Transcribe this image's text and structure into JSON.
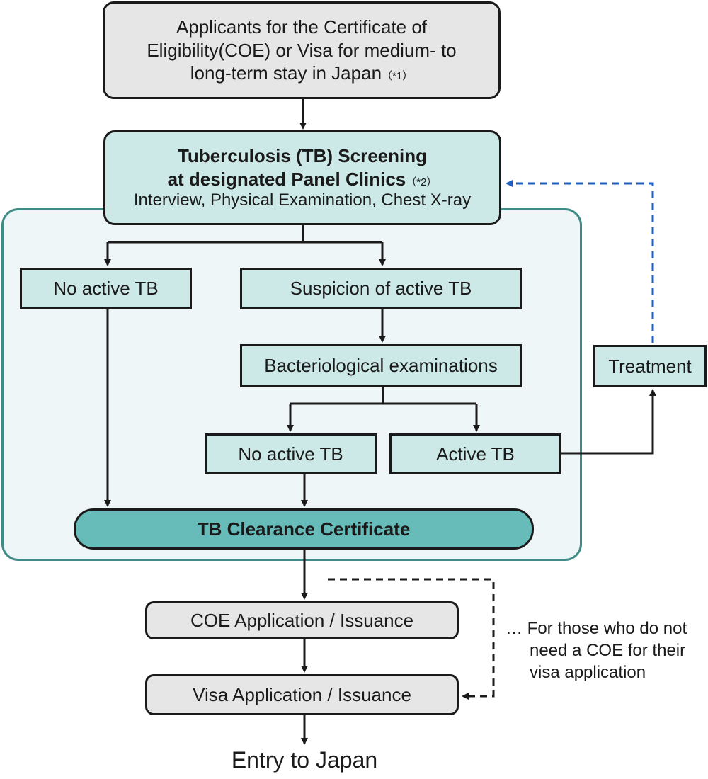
{
  "applicants": {
    "line1": "Applicants for the Certificate of",
    "line2": "Eligibility(COE) or Visa for medium- to",
    "line3": "long-term stay in Japan",
    "note": "（*1）"
  },
  "screening": {
    "line1": "Tuberculosis (TB) Screening",
    "line2": "at designated Panel Clinics",
    "note": "（*2）",
    "line3": "Interview, Physical Examination, Chest X-ray"
  },
  "no_active_tb_left": "No active TB",
  "suspicion": "Suspicion of active TB",
  "bacteriological": "Bacteriological examinations",
  "no_active_tb_right": "No active TB",
  "active_tb": "Active TB",
  "treatment": "Treatment",
  "certificate": "TB Clearance Certificate",
  "coe": "COE Application / Issuance",
  "visa": "Visa Application / Issuance",
  "entry": "Entry to Japan",
  "bypass_note": {
    "line1": "… For those who do not",
    "line2": "need a COE  for their",
    "line3": "visa  application"
  },
  "colors": {
    "box_gray": "#e6e6e6",
    "box_teal": "#cce8e7",
    "certificate_fill": "#67bbb8",
    "region_fill": "#eef6f8",
    "region_border": "#3f8b86",
    "feedback_arrow": "#1f5fbf"
  }
}
